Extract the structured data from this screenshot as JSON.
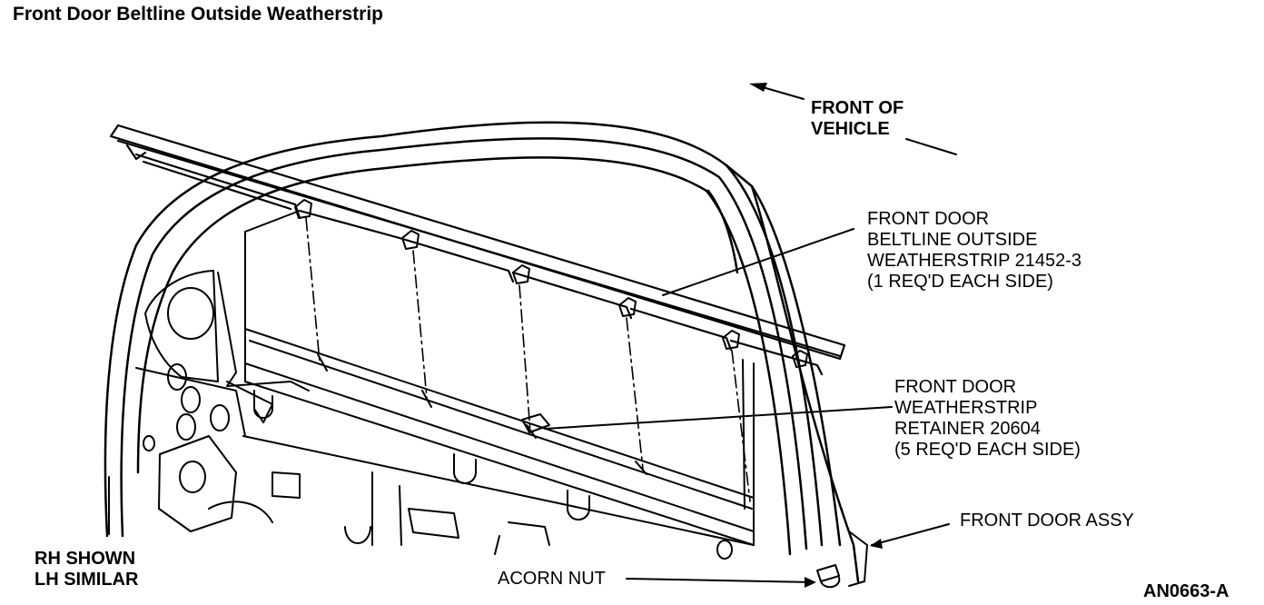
{
  "title": "Front Door Beltline Outside Weatherstrip",
  "labels": {
    "front_of_vehicle": [
      "FRONT OF",
      "VEHICLE"
    ],
    "weatherstrip": [
      "FRONT DOOR",
      "BELTLINE OUTSIDE",
      "WEATHERSTRIP 21452-3",
      "(1 REQ'D EACH SIDE)"
    ],
    "retainer": [
      "FRONT DOOR",
      "WEATHERSTRIP",
      "RETAINER 20604",
      "(5 REQ'D EACH SIDE)"
    ],
    "door_assy": "FRONT DOOR ASSY",
    "acorn_nut": "ACORN NUT",
    "rh_shown": [
      "RH SHOWN",
      "LH SIMILAR"
    ],
    "figure_id": "AN0663-A"
  },
  "colors": {
    "ink": "#000000",
    "paper": "#ffffff"
  }
}
